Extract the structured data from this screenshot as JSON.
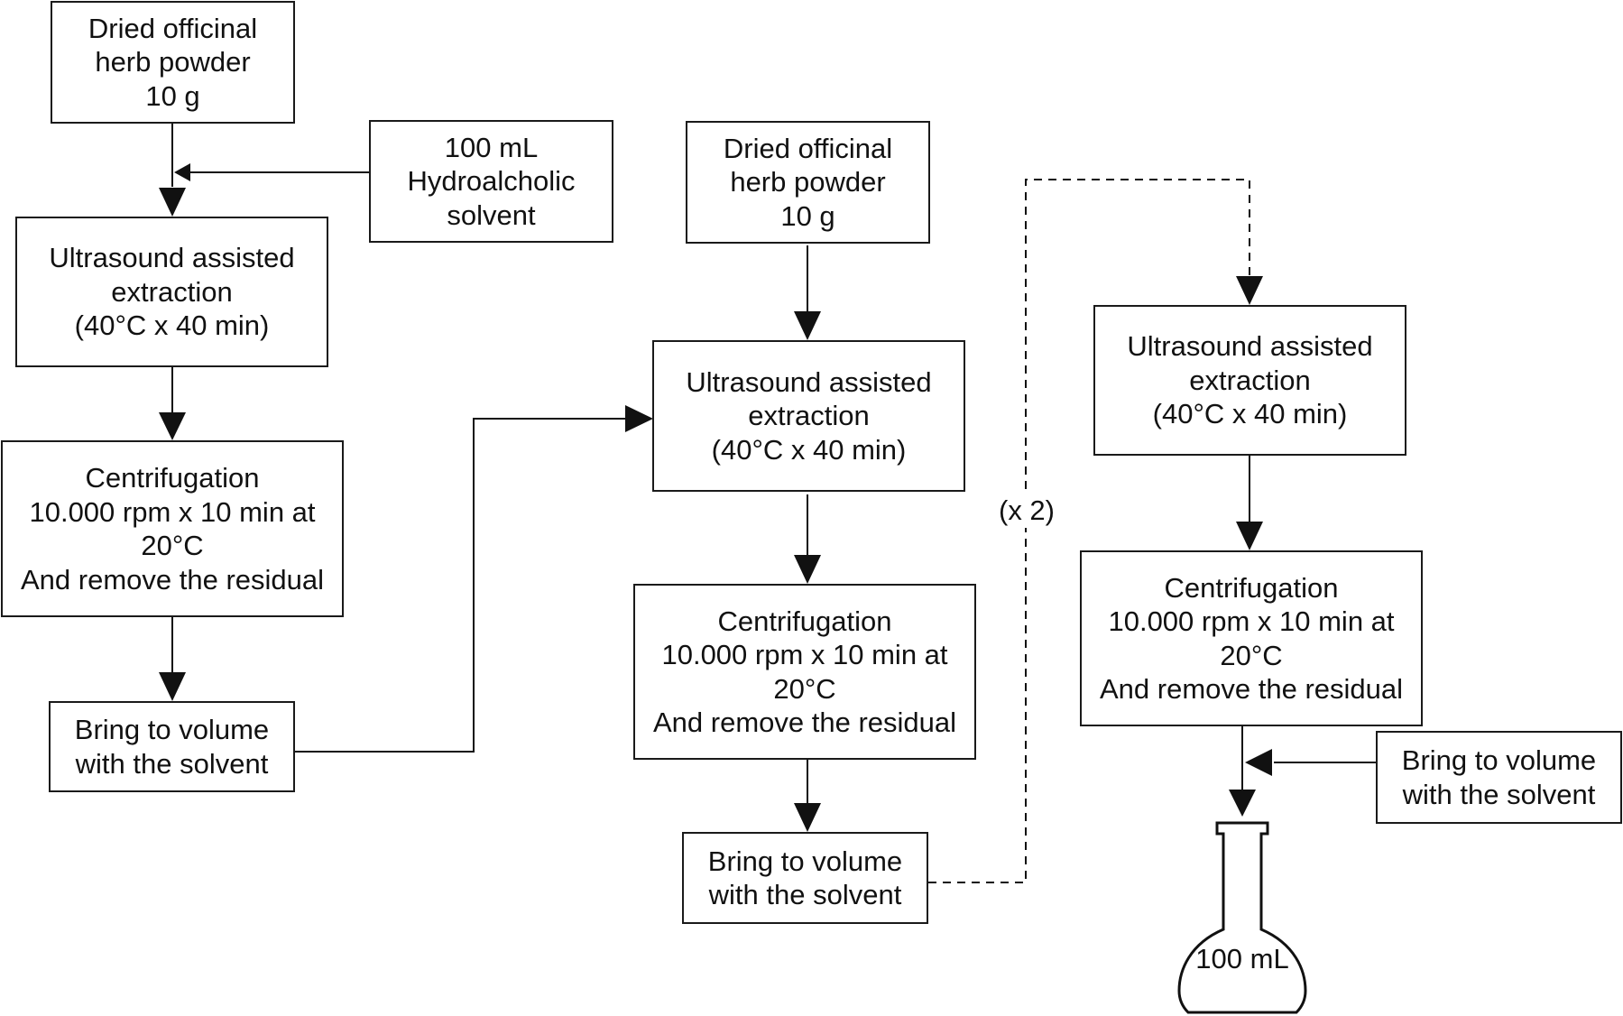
{
  "boxes": {
    "herb_powder_1": "Dried officinal\nherb powder\n10 g",
    "solvent_100ml": "100 mL\nHydroalcholic\nsolvent",
    "extraction_1": "Ultrasound assisted\nextraction\n(40°C x 40 min)",
    "centrifugation_1": "Centrifugation\n10.000 rpm x 10 min at\n20°C\nAnd remove the residual",
    "volume_1": "Bring to volume\nwith the solvent",
    "herb_powder_2": "Dried officinal\nherb powder\n10 g",
    "extraction_2": "Ultrasound assisted\nextraction\n(40°C x 40 min)",
    "centrifugation_2": "Centrifugation\n10.000 rpm x 10 min at\n20°C\nAnd remove the residual",
    "volume_2": "Bring to volume\nwith the solvent",
    "extraction_3": "Ultrasound assisted\nextraction\n(40°C x 40 min)",
    "centrifugation_3": "Centrifugation\n10.000 rpm x 10 min at\n20°C\nAnd remove the residual",
    "volume_3": "Bring to volume\nwith the solvent"
  },
  "repeat_label": "(x 2)",
  "flask_label": "100 mL"
}
